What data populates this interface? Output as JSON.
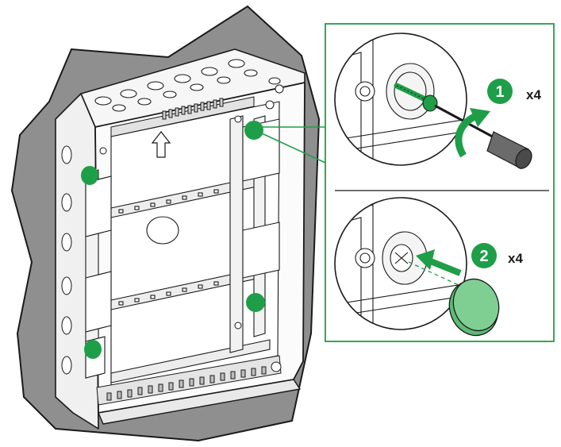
{
  "steps": [
    {
      "number": "1",
      "multiplier": "x4"
    },
    {
      "number": "2",
      "multiplier": "x4"
    }
  ],
  "colors": {
    "accent_green": "#1e9e48",
    "light_green": "#7fcf93",
    "wall_gray": "#8f8f8f",
    "line_black": "#1a1a1a"
  },
  "icons": [
    "screwdriver-icon",
    "rotation-arrow-icon",
    "insert-arrow-icon",
    "cover-cap-icon",
    "up-arrow-icon"
  ]
}
